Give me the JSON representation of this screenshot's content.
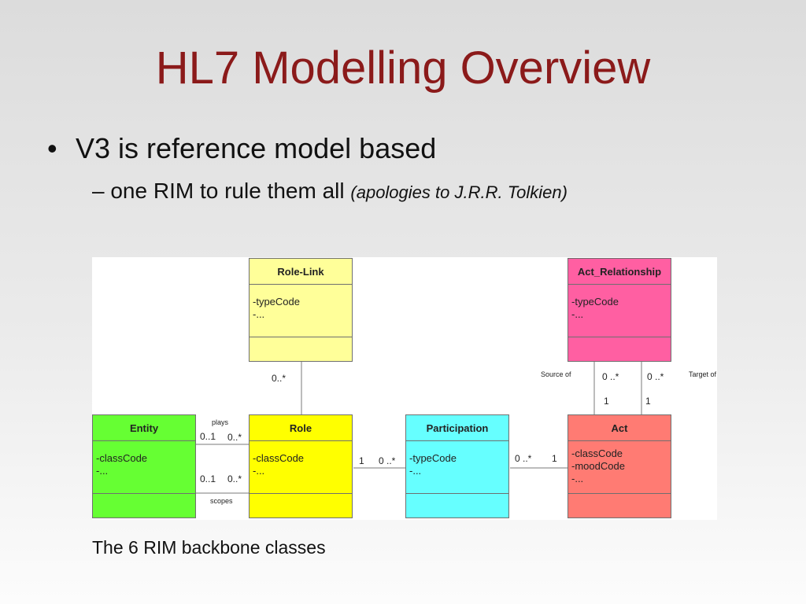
{
  "title": "HL7 Modelling Overview",
  "bullets": {
    "main_marker": "•",
    "main": "V3 is reference model based",
    "sub_marker": "–",
    "sub": "one RIM to rule them all",
    "sub_note": "(apologies to J.R.R. Tolkien)"
  },
  "diagram": {
    "classes": {
      "role_link": {
        "name": "Role-Link",
        "attrs": [
          "-typeCode",
          "-..."
        ],
        "color": "#ffff99"
      },
      "act_relationship": {
        "name": "Act_Relationship",
        "attrs": [
          "-typeCode",
          "-..."
        ],
        "color": "#ff5fa2"
      },
      "entity": {
        "name": "Entity",
        "attrs": [
          "-classCode",
          "-..."
        ],
        "color": "#66ff33"
      },
      "role": {
        "name": "Role",
        "attrs": [
          "-classCode",
          "-..."
        ],
        "color": "#ffff00"
      },
      "participation": {
        "name": "Participation",
        "attrs": [
          "-typeCode",
          "-..."
        ],
        "color": "#66ffff"
      },
      "act": {
        "name": "Act",
        "attrs": [
          "-classCode",
          "-moodCode",
          "-..."
        ],
        "color": "#ff7b73"
      }
    },
    "labels": {
      "rolelink_role": "0..*",
      "source_of": "Source of",
      "target_of": "Target of",
      "ar_left_many": "0 ..*",
      "ar_right_many": "0 ..*",
      "act_left_one": "1",
      "act_right_one": "1",
      "plays": "plays",
      "scopes": "scopes",
      "plays_entity": "0..1",
      "plays_role": "0..*",
      "scopes_entity": "0..1",
      "scopes_role": "0..*",
      "role_part_one": "1",
      "role_part_many": "0 ..*",
      "part_act_many": "0 ..*",
      "part_act_one": "1"
    }
  },
  "caption": "The 6 RIM backbone classes"
}
